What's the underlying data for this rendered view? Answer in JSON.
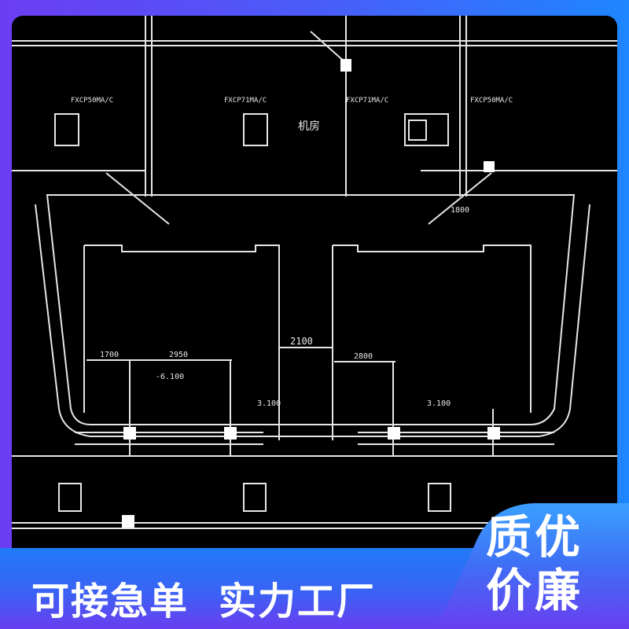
{
  "drawing": {
    "room_label": "机房",
    "unit_labels": [
      "FXCP71MA/C",
      "FXCP71MA/C",
      "FXCP50MA/C",
      "FXCP50MA/C"
    ],
    "dimensions": [
      "2100",
      "1700",
      "2950",
      "2800",
      "1800"
    ],
    "elevations": [
      "-6.100",
      "3.100",
      "3.100"
    ]
  },
  "banner": {
    "slogan_left": "可接急单",
    "slogan_right": "实力工厂",
    "badge_line1": "质优",
    "badge_line2": "价廉"
  },
  "colors": {
    "gradient_purple": "#6b3df2",
    "gradient_blue": "#1e86ff",
    "drawing_bg": "#000000"
  }
}
